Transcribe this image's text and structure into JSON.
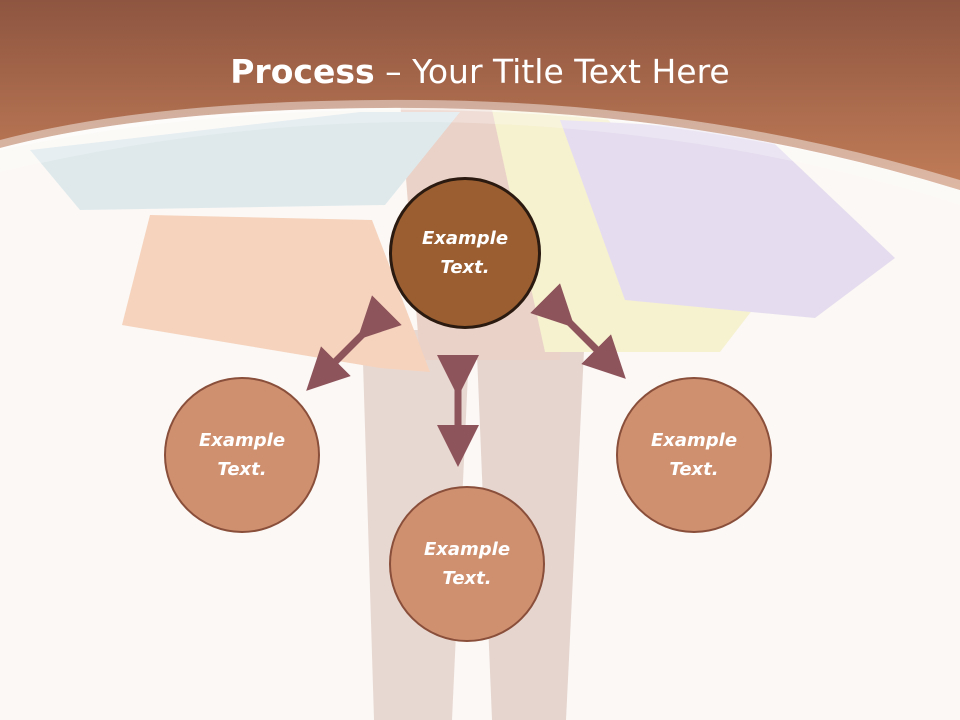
{
  "title": {
    "bold": "Process",
    "rest": " – Your Title Text Here"
  },
  "nodes": {
    "center": {
      "line1": "Example",
      "line2": "Text."
    },
    "left": {
      "line1": "Example",
      "line2": "Text."
    },
    "right": {
      "line1": "Example",
      "line2": "Text."
    },
    "bottom": {
      "line1": "Example",
      "line2": "Text."
    }
  },
  "colors": {
    "header": "#b8704c",
    "center_fill": "#9a5e30",
    "node_fill": "#cf9070",
    "arrow": "#8e545c"
  }
}
